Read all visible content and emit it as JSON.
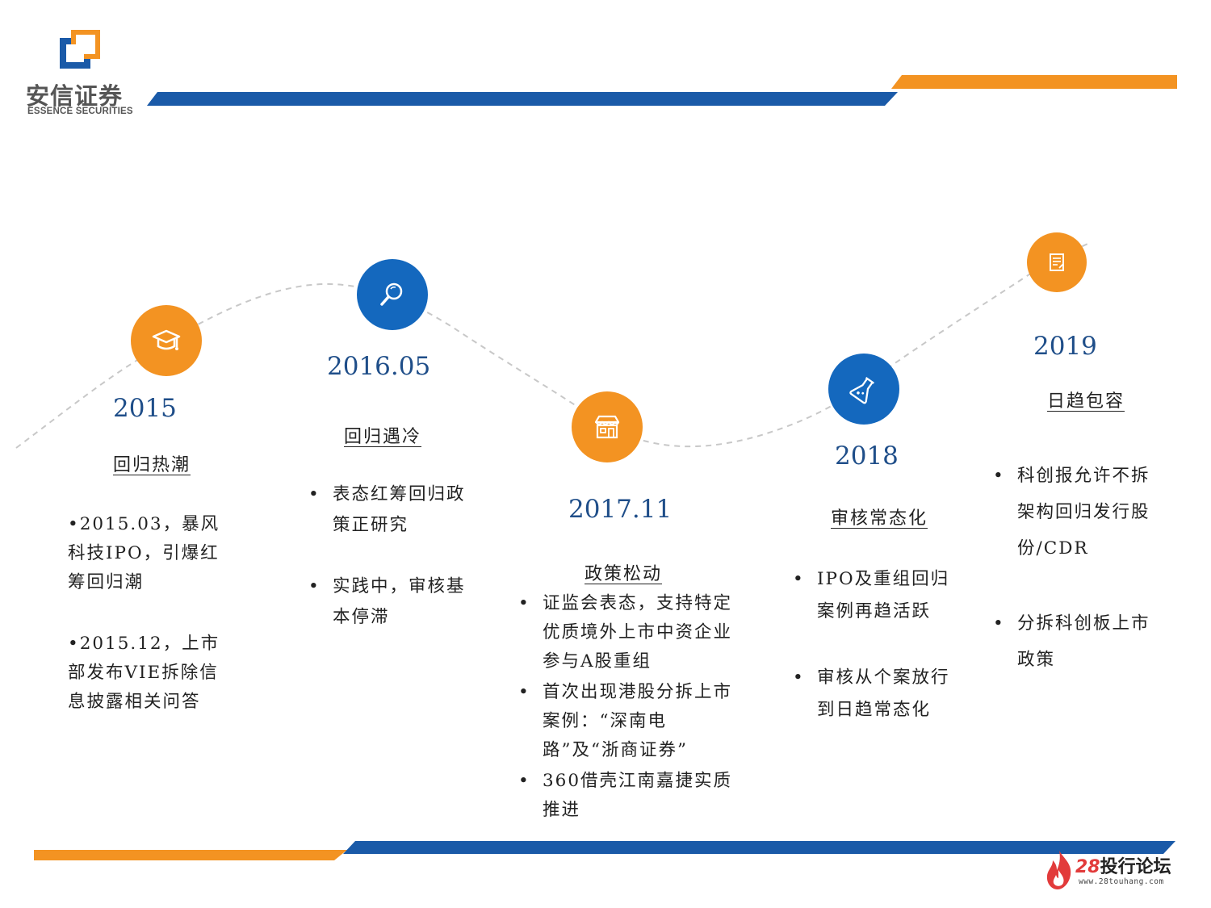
{
  "header": {
    "logo_cn": "安信证券",
    "logo_en": "ESSENCE SECURITIES"
  },
  "colors": {
    "blue": "#1468be",
    "orange": "#f39322",
    "year_text": "#1f4e89",
    "dashed_line": "#c8c8c8"
  },
  "timeline": [
    {
      "year": "2015",
      "phase": "回归热潮",
      "icon": "graduation-cap-icon",
      "color": "orange",
      "items": [
        "2015.03，暴风科技IPO，引爆红筹回归潮",
        "2015.12，上市部发布VIE拆除信息披露相关问答"
      ]
    },
    {
      "year": "2016.05",
      "phase": "回归遇冷",
      "icon": "magnifier-icon",
      "color": "blue",
      "items": [
        "表态红筹回归政策正研究",
        "实践中，审核基本停滞"
      ]
    },
    {
      "year": "2017.11",
      "phase": "政策松动",
      "icon": "storefront-icon",
      "color": "orange",
      "items": [
        "证监会表态，支持特定优质境外上市中资企业参与A股重组",
        "首次出现港股分拆上市案例：“深南电路”及“浙商证券”",
        "360借壳江南嘉捷实质推进"
      ]
    },
    {
      "year": "2018",
      "phase": "审核常态化",
      "icon": "flask-icon",
      "color": "blue",
      "items": [
        "IPO及重组回归案例再趋活跃",
        "审核从个案放行到日趋常态化"
      ]
    },
    {
      "year": "2019",
      "phase": "日趋包容",
      "icon": "document-icon",
      "color": "orange",
      "items": [
        "科创报允许不拆架构回归发行股份/CDR",
        "分拆科创板上市政策"
      ]
    }
  ],
  "watermark": {
    "number": "28",
    "name": "投行论坛",
    "url": "www.28touhang.com"
  }
}
